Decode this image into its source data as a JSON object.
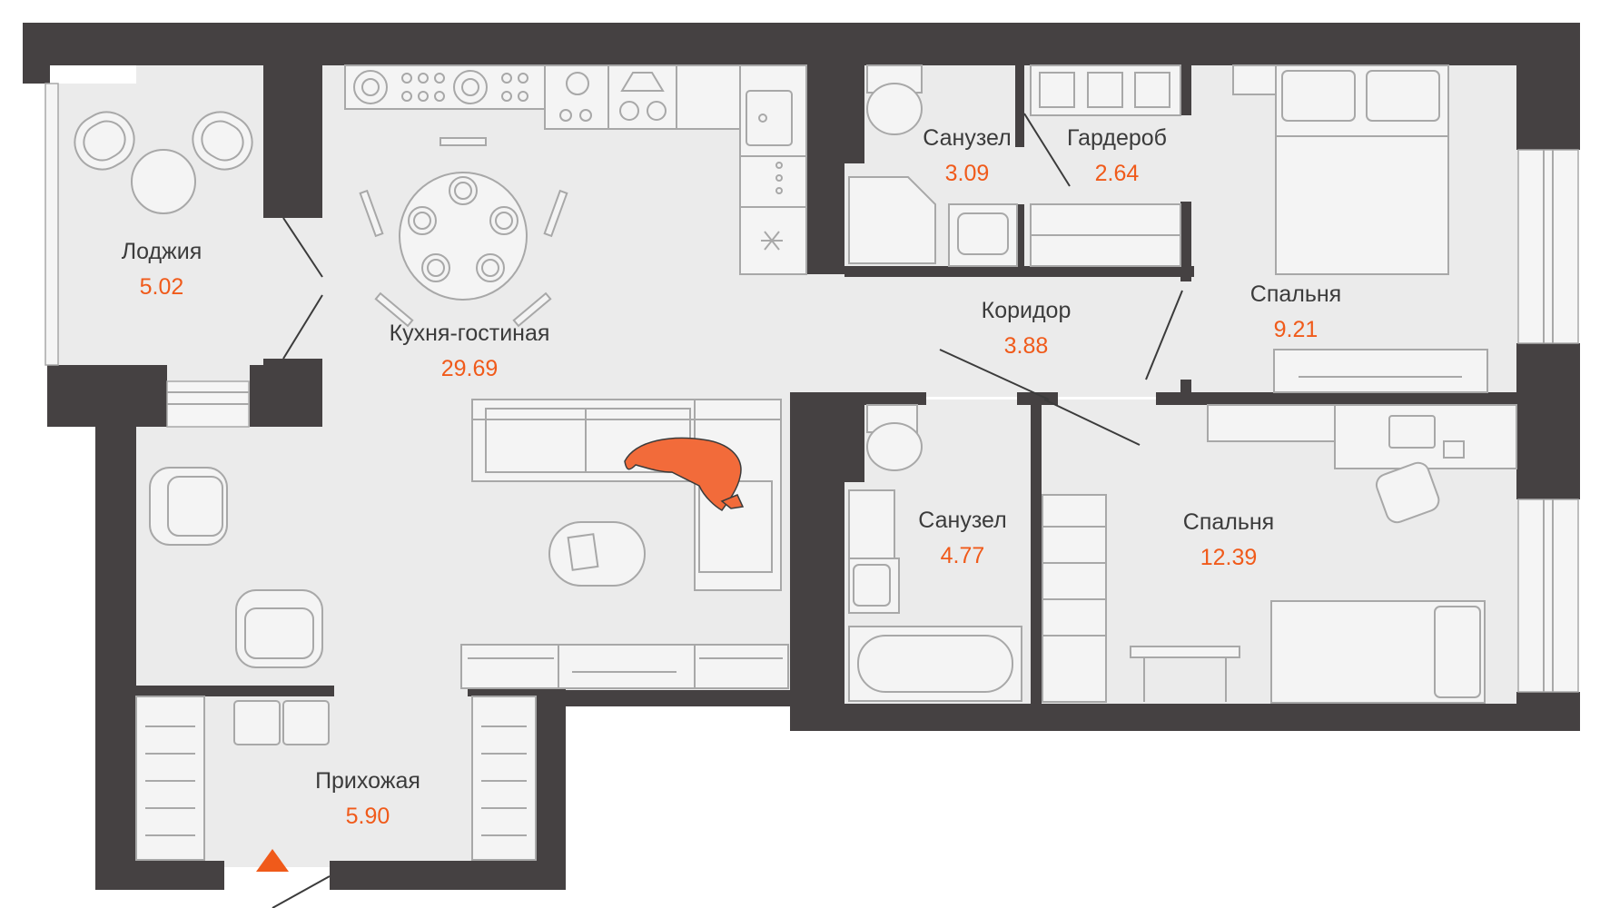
{
  "colors": {
    "wall": "#454142",
    "floor": "#ebebeb",
    "furniture_stroke": "#a8a8a8",
    "area_accent": "#f05a1a",
    "label_text": "#3b3b3b",
    "cat": "#f26b3a"
  },
  "rooms": [
    {
      "id": "loggia",
      "name": "Лоджия",
      "area": "5.02"
    },
    {
      "id": "kitchen_living",
      "name": "Кухня-гостиная",
      "area": "29.69"
    },
    {
      "id": "bathroom_1",
      "name": "Санузел",
      "area": "3.09"
    },
    {
      "id": "wardrobe",
      "name": "Гардероб",
      "area": "2.64"
    },
    {
      "id": "corridor",
      "name": "Коридор",
      "area": "3.88"
    },
    {
      "id": "bedroom_1",
      "name": "Спальня",
      "area": "9.21"
    },
    {
      "id": "bathroom_2",
      "name": "Санузел",
      "area": "4.77"
    },
    {
      "id": "bedroom_2",
      "name": "Спальня",
      "area": "12.39"
    },
    {
      "id": "hallway",
      "name": "Прихожая",
      "area": "5.90"
    }
  ],
  "icons": {
    "entrance": "entrance-arrow-icon",
    "cat": "cat-icon"
  }
}
